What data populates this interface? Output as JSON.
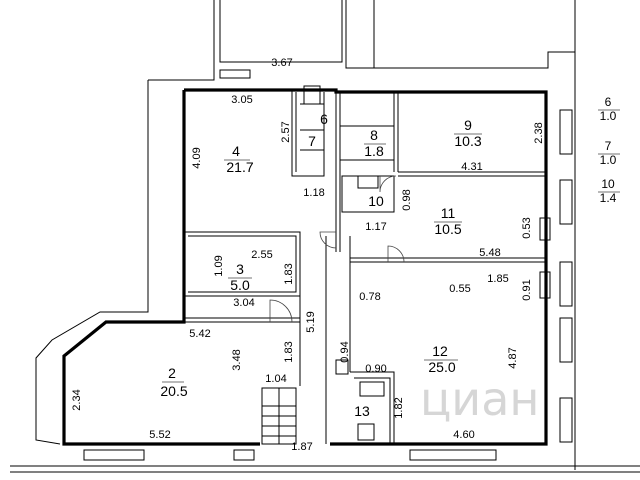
{
  "rooms": [
    {
      "num": "2",
      "area": "20.5"
    },
    {
      "num": "3",
      "area": "5.0"
    },
    {
      "num": "4",
      "area": "21.7"
    },
    {
      "num": "6",
      "area": ""
    },
    {
      "num": "7",
      "area": ""
    },
    {
      "num": "8",
      "area": "1.8"
    },
    {
      "num": "9",
      "area": "10.3"
    },
    {
      "num": "10",
      "area": ""
    },
    {
      "num": "11",
      "area": "10.5"
    },
    {
      "num": "12",
      "area": "25.0"
    },
    {
      "num": "13",
      "area": ""
    }
  ],
  "legend": [
    {
      "num": "6",
      "area": "1.0"
    },
    {
      "num": "7",
      "area": "1.0"
    },
    {
      "num": "10",
      "area": "1.4"
    }
  ],
  "dimensions": {
    "d367": "3.67",
    "d305": "3.05",
    "d409": "4.09",
    "d257": "2.57",
    "d118": "1.18",
    "d238": "2.38",
    "d431": "4.31",
    "d098": "0.98",
    "d117": "1.17",
    "d053": "0.53",
    "d548": "5.48",
    "d109": "1.09",
    "d255": "2.55",
    "d183a": "1.83",
    "d304": "3.04",
    "d078": "0.78",
    "d055": "0.55",
    "d185": "1.85",
    "d091": "0.91",
    "d519": "5.19",
    "d542": "5.42",
    "d348": "3.48",
    "d183b": "1.83",
    "d094": "0.94",
    "d487": "4.87",
    "d090": "0.90",
    "d234": "2.34",
    "d104": "1.04",
    "d182": "1.82",
    "d552": "5.52",
    "d187": "1.87",
    "d460": "4.60"
  },
  "watermark": "циан"
}
